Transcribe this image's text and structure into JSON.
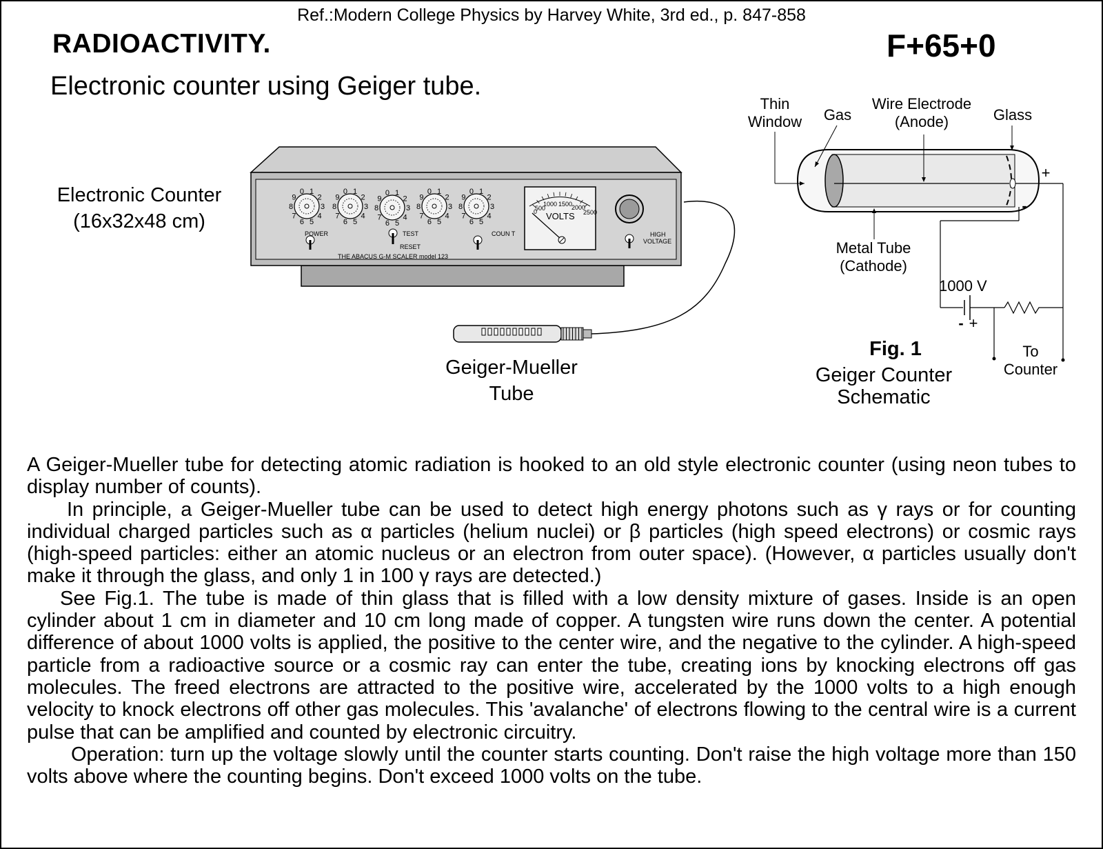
{
  "header": {
    "reference": "Ref.:Modern College Physics by Harvey White, 3rd ed., p. 847-858",
    "title": "RADIOACTIVITY.",
    "code": "F+65+0",
    "subtitle": "Electronic  counter using Geiger tube."
  },
  "apparatus": {
    "counter_label_line1": "Electronic Counter",
    "counter_label_line2": "(16x32x48 cm)",
    "tube_label_line1": "Geiger-Mueller",
    "tube_label_line2": "Tube",
    "panel": {
      "dial_digits": [
        "0",
        "1",
        "2",
        "3",
        "4",
        "5",
        "6",
        "7",
        "8",
        "9"
      ],
      "switch_power": "POWER",
      "switch_test": "TEST",
      "switch_reset": "RESET",
      "switch_count": "COUN T",
      "switch_hv_line1": "HIGH",
      "switch_hv_line2": "VOLTAGE",
      "model_plate": "THE ABACUS G-M SCALER model 123",
      "meter_label": "VOLTS",
      "meter_scale": [
        "0",
        "500",
        "1000",
        "1500",
        "2000",
        "2500"
      ]
    }
  },
  "schematic": {
    "thin_window_line1": "Thin",
    "thin_window_line2": "Window",
    "gas": "Gas",
    "wire_line1": "Wire Electrode",
    "wire_line2": "(Anode)",
    "glass": "Glass",
    "metal_line1": "Metal Tube",
    "metal_line2": "(Cathode)",
    "voltage": "1000 V",
    "plus_top": "+",
    "minus_top": "-",
    "battery_minus": "-",
    "battery_plus": "+",
    "fig_label": "Fig. 1",
    "fig_caption_line1": "Geiger Counter",
    "fig_caption_line2": "Schematic",
    "to_counter_line1": "To",
    "to_counter_line2": "Counter"
  },
  "body": {
    "p1": "A Geiger-Mueller tube for detecting atomic radiation is hooked to an old style electronic counter (using neon tubes to display number of counts).",
    "p2": "In principle, a Geiger-Mueller tube can be used to detect high energy photons such as γ rays or for counting individual charged particles such as α particles (helium nuclei) or β particles (high speed electrons) or cosmic rays (high-speed particles: either an atomic nucleus or an electron from outer space). (However, α particles usually don't make it through the glass, and only 1 in 100 γ rays are detected.)",
    "p3": "See Fig.1. The tube is made of thin glass that is filled with a low density mixture of gases. Inside is an open cylinder about 1 cm in diameter and 10 cm long made of copper. A tungsten wire runs down the center. A potential difference of about 1000 volts is applied, the positive to the center wire, and the negative to the cylinder. A high-speed particle from a radioactive source or a cosmic ray can enter the tube, creating ions by knocking electrons off gas molecules. The freed electrons are attracted to the positive wire, accelerated by the 1000 volts to a high enough velocity to knock electrons off other gas molecules.  This 'avalanche' of electrons flowing to the central wire is a current pulse that can be amplified and counted by electronic circuitry.",
    "p4": "Operation: turn up the voltage slowly until the counter starts counting. Don't raise the high voltage more than 150 volts above where the counting begins. Don't exceed 1000 volts on the tube."
  }
}
